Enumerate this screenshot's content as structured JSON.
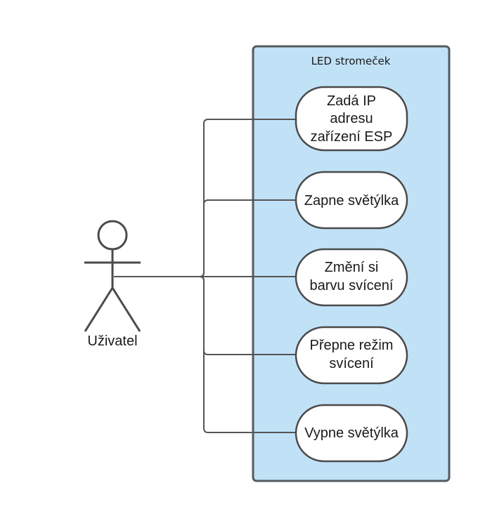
{
  "system": {
    "title": "LED stromeček"
  },
  "actor": {
    "name": "Uživatel"
  },
  "use_cases": [
    {
      "lines": [
        "Zadá IP",
        "adresu",
        "zařízení ESP"
      ]
    },
    {
      "lines": [
        "Zapne světýlka"
      ]
    },
    {
      "lines": [
        "Změní si",
        "barvu svícení"
      ]
    },
    {
      "lines": [
        "Přepne režim",
        "svícení"
      ]
    },
    {
      "lines": [
        "Vypne světýlka"
      ]
    }
  ],
  "colors": {
    "boundary_fill": "#c1e1f6",
    "boundary_stroke": "#555a5f",
    "usecase_fill": "#ffffff"
  }
}
